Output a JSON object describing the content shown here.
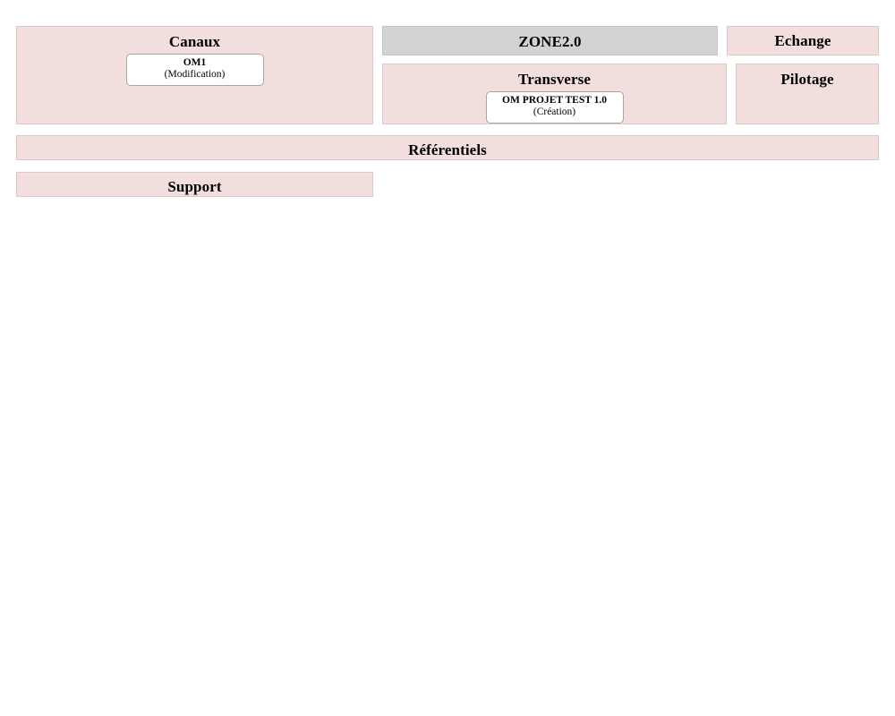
{
  "page": {
    "background_color": "#ffffff",
    "zone_color": "#f2dedc",
    "zone_header_color": "#d3d3d3",
    "card_color": "#ffffff"
  },
  "zones": {
    "canaux": {
      "title": "Canaux",
      "applications": [
        {
          "name": "OM1",
          "state": "(Modification)"
        }
      ]
    },
    "zone20": {
      "title": "ZONE2.0"
    },
    "echange": {
      "title": "Echange"
    },
    "transverse": {
      "title": "Transverse",
      "applications": [
        {
          "name": "OM PROJET TEST 1.0",
          "state": "(Création)"
        }
      ]
    },
    "pilotage": {
      "title": "Pilotage"
    },
    "referentiels": {
      "title": "Référentiels"
    },
    "support": {
      "title": "Support"
    }
  }
}
